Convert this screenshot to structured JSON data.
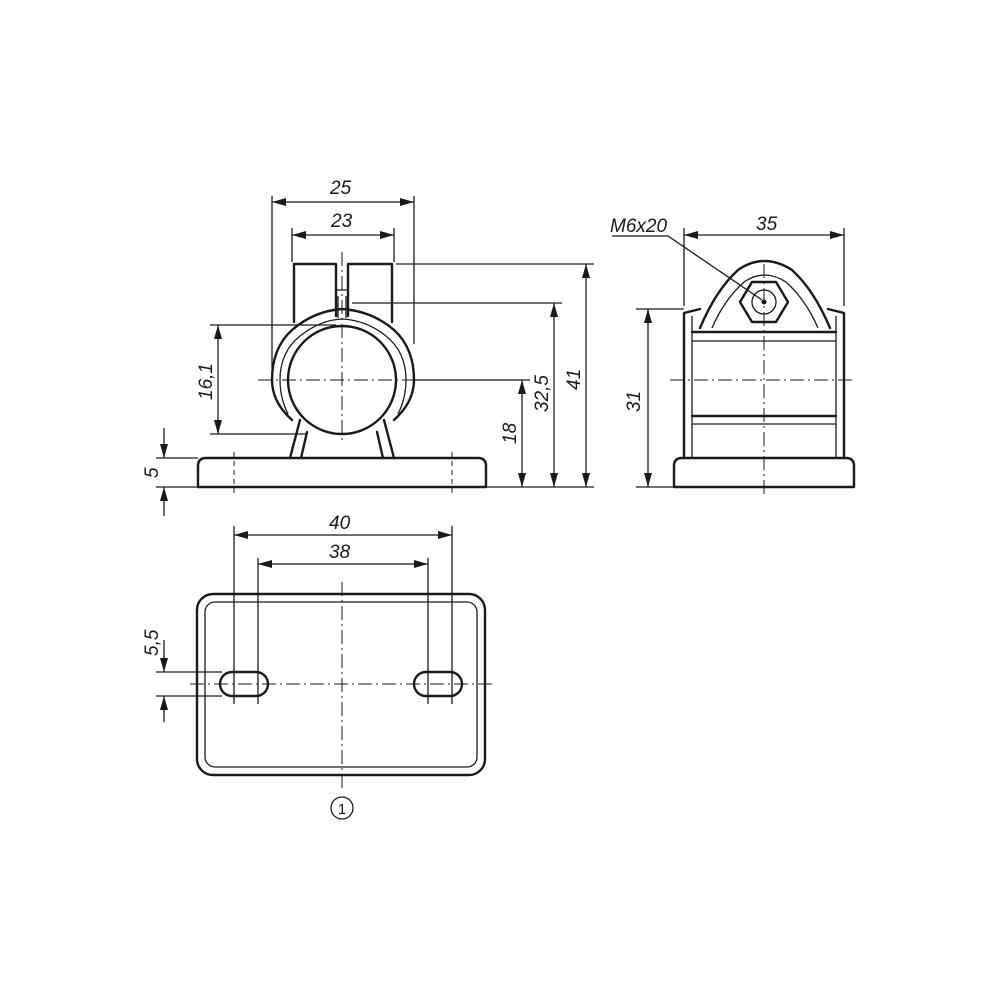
{
  "dimensions": {
    "width_outer": "25",
    "width_inner": "23",
    "bore_diameter": "16,1",
    "center_height": "18",
    "top_height": "32,5",
    "total_height": "41",
    "base_thickness": "5",
    "side_width": "35",
    "side_height": "31",
    "screw": "M6x20",
    "hole_spacing_outer": "40",
    "hole_spacing_inner": "38",
    "slot_width": "5,5"
  },
  "callout": "1"
}
